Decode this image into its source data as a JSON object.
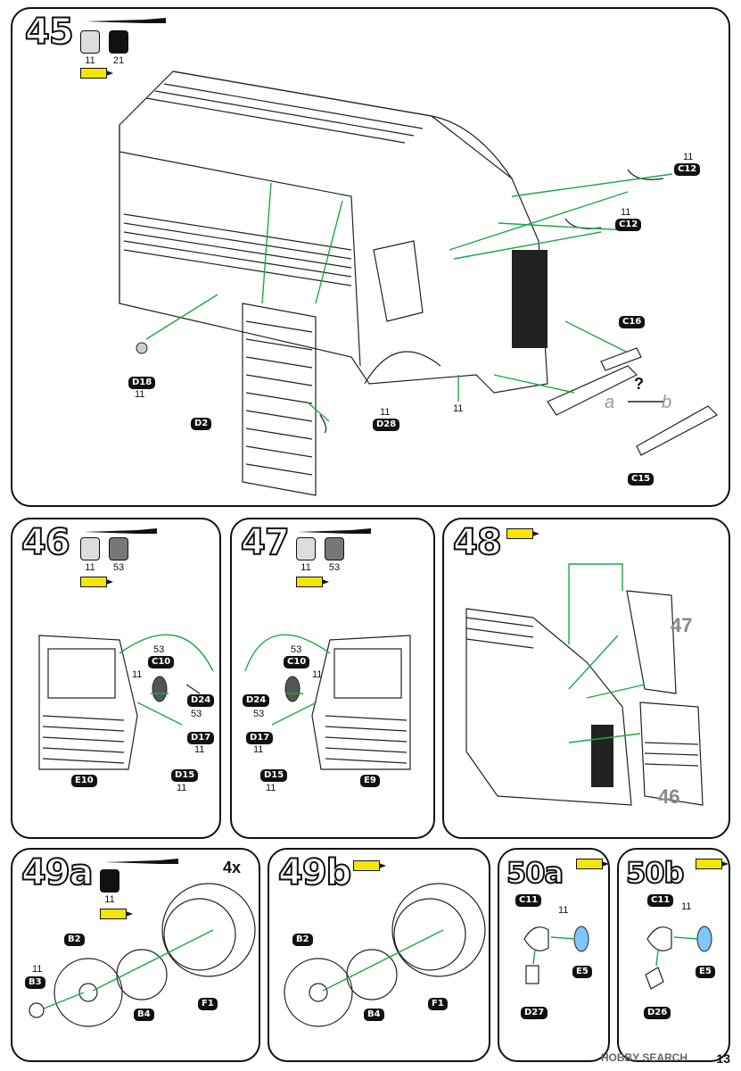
{
  "steps": {
    "s45": {
      "number": "45",
      "paints": [
        "11",
        "21"
      ]
    },
    "s46": {
      "number": "46",
      "paints": [
        "11",
        "53"
      ]
    },
    "s47": {
      "number": "47",
      "paints": [
        "11",
        "53"
      ]
    },
    "s48": {
      "number": "48"
    },
    "s49a": {
      "number": "49a",
      "paints": [
        "11"
      ],
      "qty": "4x"
    },
    "s49b": {
      "number": "49b"
    },
    "s50a": {
      "number": "50a"
    },
    "s50b": {
      "number": "50b"
    }
  },
  "parts45": {
    "c12a": "C12",
    "c12a_paint": "11",
    "c12b": "C12",
    "c12b_paint": "11",
    "c16": "C16",
    "c15": "C15",
    "d18": "D18",
    "d18_paint": "11",
    "d2": "D2",
    "d28": "D28",
    "d28_paint": "11",
    "bottom_paint": "11",
    "opt_a": "a",
    "opt_b": "b",
    "opt_q": "?"
  },
  "parts46": {
    "c10": "C10",
    "c10_paint": "53",
    "paint11": "11",
    "d24": "D24",
    "d17": "D17",
    "d17_p1": "53",
    "d17_p2": "11",
    "d15": "D15",
    "d15_paint": "11",
    "e10": "E10"
  },
  "parts47": {
    "c10": "C10",
    "c10_paint": "53",
    "paint11": "11",
    "d24": "D24",
    "d17": "D17",
    "d17_p1": "53",
    "d17_p2": "11",
    "d15": "D15",
    "d15_paint": "11",
    "e9": "E9"
  },
  "parts48": {
    "ref47": "47",
    "ref46": "46"
  },
  "parts49a": {
    "b2": "B2",
    "b3": "B3",
    "b3_paint": "11",
    "b4": "B4",
    "f1": "F1"
  },
  "parts49b": {
    "b2": "B2",
    "b4": "B4",
    "f1": "F1"
  },
  "parts50a": {
    "c11": "C11",
    "paint": "11",
    "e5": "E5",
    "d27": "D27"
  },
  "parts50b": {
    "c11": "C11",
    "paint": "11",
    "e5": "E5",
    "d26": "D26"
  },
  "footer": {
    "brand": "HOBBY SEARCH",
    "page": "13"
  },
  "colors": {
    "green_arrow": "#1aa84a",
    "glue": "#f3e600",
    "label_bg": "#111111"
  }
}
